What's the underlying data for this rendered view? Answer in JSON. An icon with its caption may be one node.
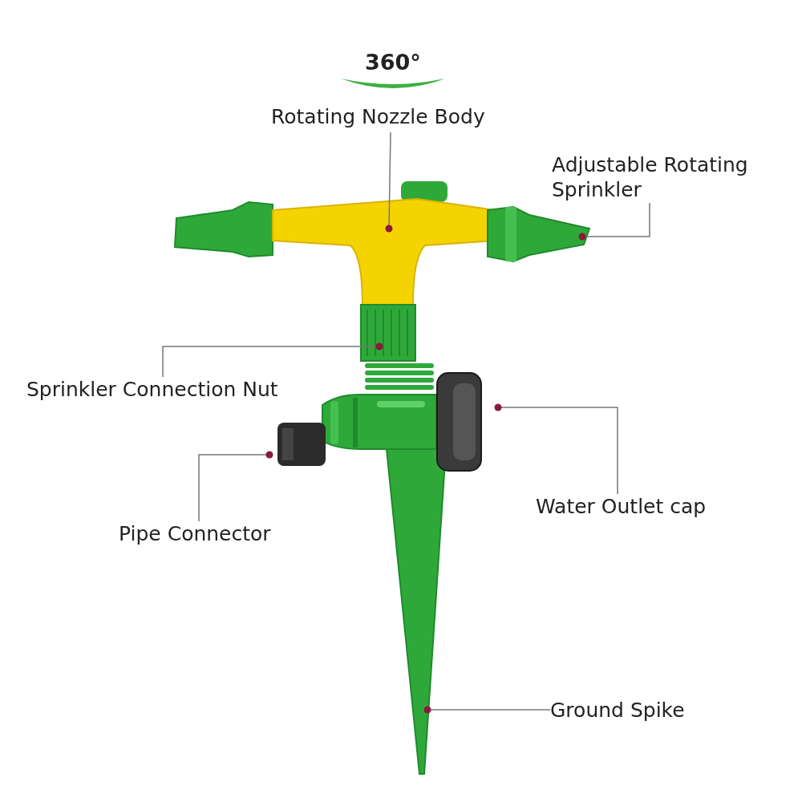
{
  "diagram": {
    "nodes": [
      {
        "text": [
          "Rotating Nozzle Body"
        ]
      },
      {
        "text": [
          "Adjustable Rotating Sprinkler"
        ]
      },
      {
        "text": [
          "Sprinkler Connection Nut"
        ]
      },
      {
        "text": [
          "Water Outlet cap"
        ]
      },
      {
        "text": [
          "Pipe Connector"
        ]
      },
      {
        "text": [
          "Ground Spike"
        ]
      },
      {
        "text": [],
        "shape": "picture"
      },
      {
        "text": [],
        "shape": "picture"
      },
      {
        "text": [],
        "shape": "picture"
      },
      {
        "text": [],
        "shape": "picture"
      },
      {
        "text": [],
        "shape": "picture"
      },
      {
        "text": [],
        "shape": "picture"
      },
      {
        "text": [],
        "shape": "picture"
      },
      {
        "text": [],
        "shape": "picture"
      }
    ],
    "edges": [
      {
        "from": 0,
        "to": 6,
        "arrow": "other"
      },
      {
        "from": 1,
        "to": 7,
        "arrow": "other"
      },
      {
        "from": 2,
        "to": 8,
        "arrow": "other"
      },
      {
        "from": 3,
        "to": 9,
        "arrow": "other"
      },
      {
        "from": 4,
        "to": 10,
        "arrow": "other"
      },
      {
        "from": 5,
        "to": 11,
        "arrow": "other"
      }
    ],
    "labels": [
      "360°"
    ]
  }
}
